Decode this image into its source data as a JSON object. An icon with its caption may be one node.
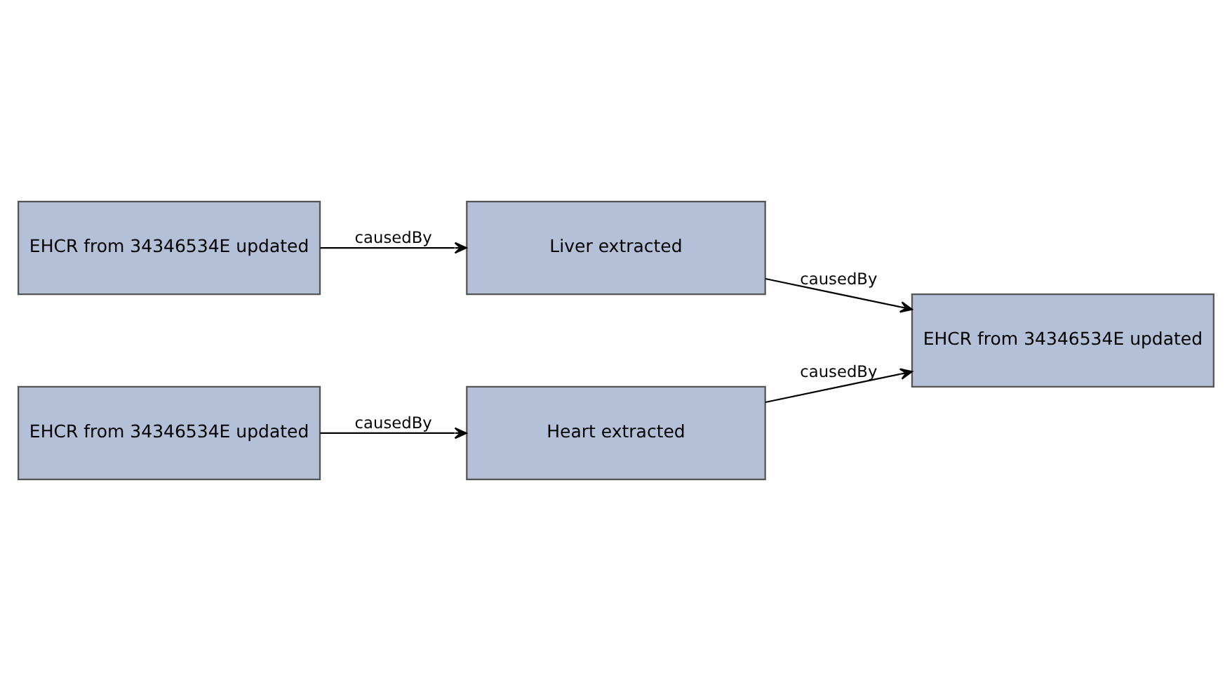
{
  "diagram": {
    "nodes": [
      {
        "text": [
          "EHCR from 34346534E updated"
        ]
      },
      {
        "text": [
          "Liver extracted"
        ]
      },
      {
        "text": [
          "EHCR from 34346534E updated"
        ]
      },
      {
        "text": [
          "EHCR from 34346534E updated"
        ]
      },
      {
        "text": [
          "Heart extracted"
        ]
      }
    ],
    "edges": [
      {
        "from": 0,
        "to": 1,
        "arrow": "to",
        "label": "causedBy"
      },
      {
        "from": 1,
        "to": 2,
        "arrow": "to",
        "label": "causedBy"
      },
      {
        "from": 3,
        "to": 4,
        "arrow": "to",
        "label": "causedBy"
      },
      {
        "from": 4,
        "to": 2,
        "arrow": "to",
        "label": "causedBy"
      }
    ]
  }
}
